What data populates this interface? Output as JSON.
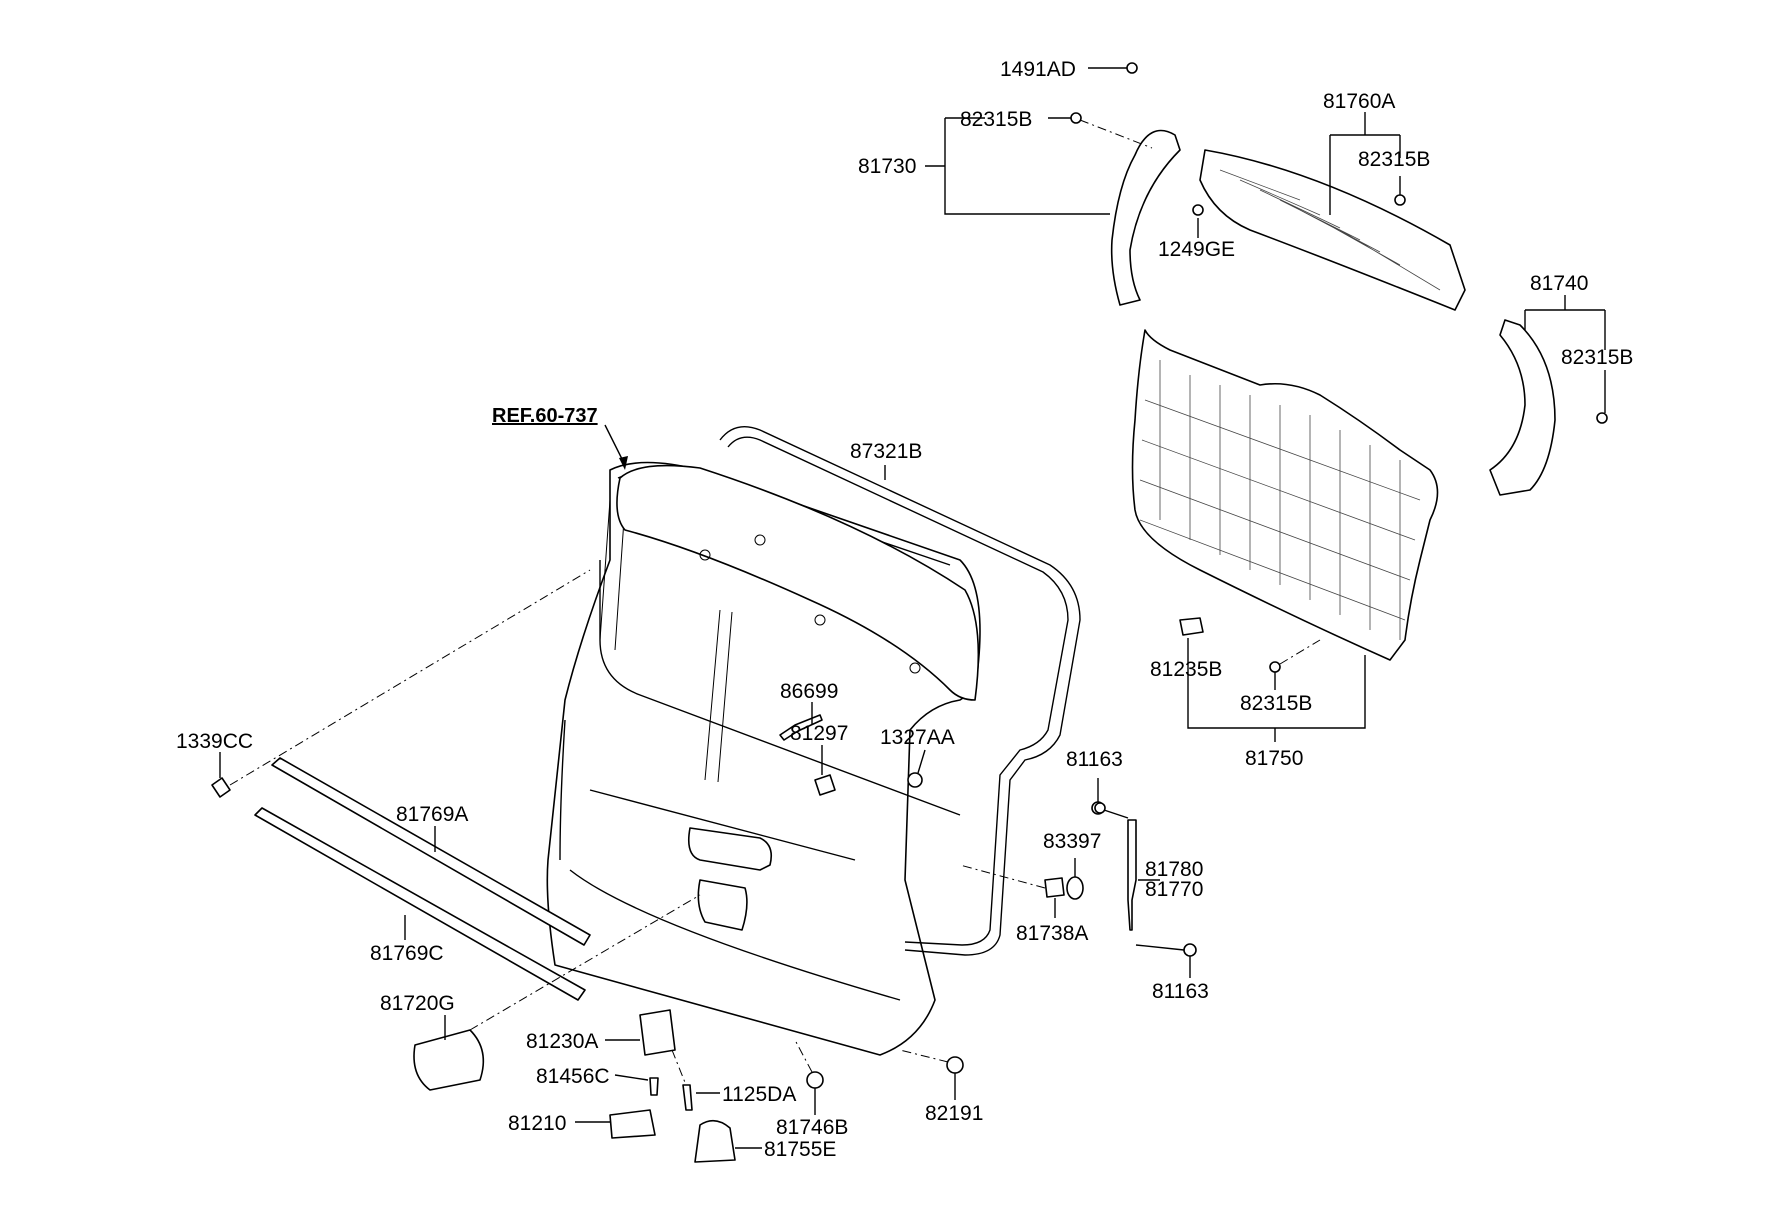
{
  "diagram": {
    "reference": "REF.60-737",
    "labels": [
      "1491AD",
      "82315B",
      "81730",
      "1249GE",
      "81760A",
      "82315B",
      "81740",
      "82315B",
      "87321B",
      "86699",
      "81297",
      "1327AA",
      "1339CC",
      "81769A",
      "81769C",
      "81720G",
      "81230A",
      "81456C",
      "1125DA",
      "81210",
      "81746B",
      "81755E",
      "82191",
      "81163",
      "83397",
      "81738A",
      "81780",
      "81770",
      "81163",
      "81235B",
      "82315B",
      "81750"
    ]
  }
}
